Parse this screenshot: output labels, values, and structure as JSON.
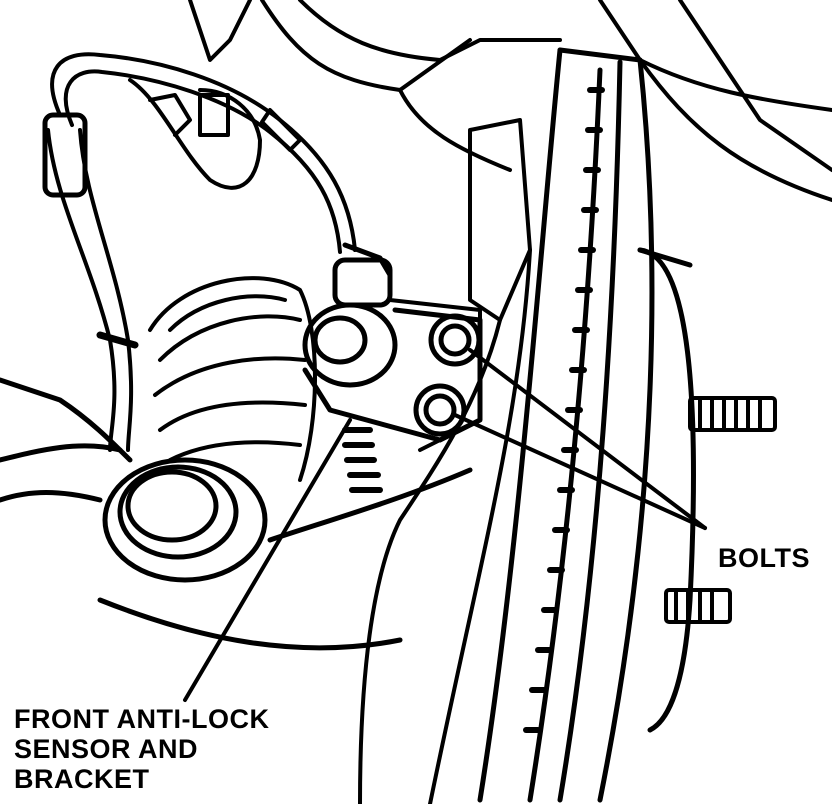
{
  "labels": {
    "bolts": "BOLTS",
    "sensor_line1": "FRONT ANTI-LOCK",
    "sensor_line2": "SENSOR AND",
    "sensor_line3": "BRACKET"
  },
  "colors": {
    "ink": "#000000",
    "paper": "#ffffff"
  }
}
